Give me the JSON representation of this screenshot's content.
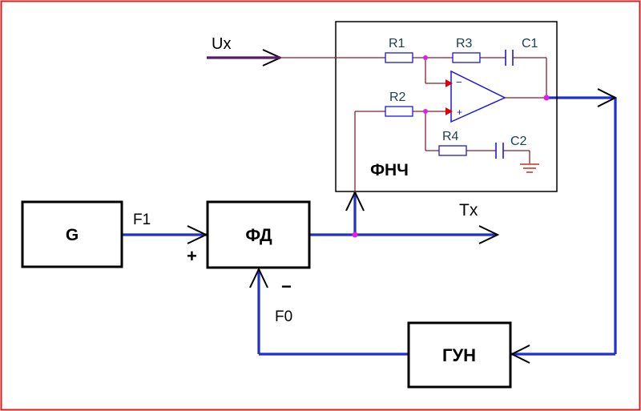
{
  "blocks": {
    "generator": "G",
    "phase_detector": "ФД",
    "vco": "ГУН",
    "lpf": "ФНЧ"
  },
  "signals": {
    "input": "Ux",
    "ref_freq": "F1",
    "fb_freq": "F0",
    "output": "Tx",
    "plus": "+",
    "minus": "−"
  },
  "components": {
    "r1": "R1",
    "r2": "R2",
    "r3": "R3",
    "r4": "R4",
    "c1": "C1",
    "c2": "C2",
    "opamp_minus": "−",
    "opamp_plus": "+"
  },
  "colors": {
    "frame": "#d62020",
    "signal_line": "#1f2fd0",
    "input_line": "#5a1a6a",
    "lpf_wire": "#8a1e2e",
    "opamp_blue": "#1a1ad8",
    "junction": "#e020e0",
    "ground": "#c03020",
    "arrow_red": "#e00000"
  }
}
